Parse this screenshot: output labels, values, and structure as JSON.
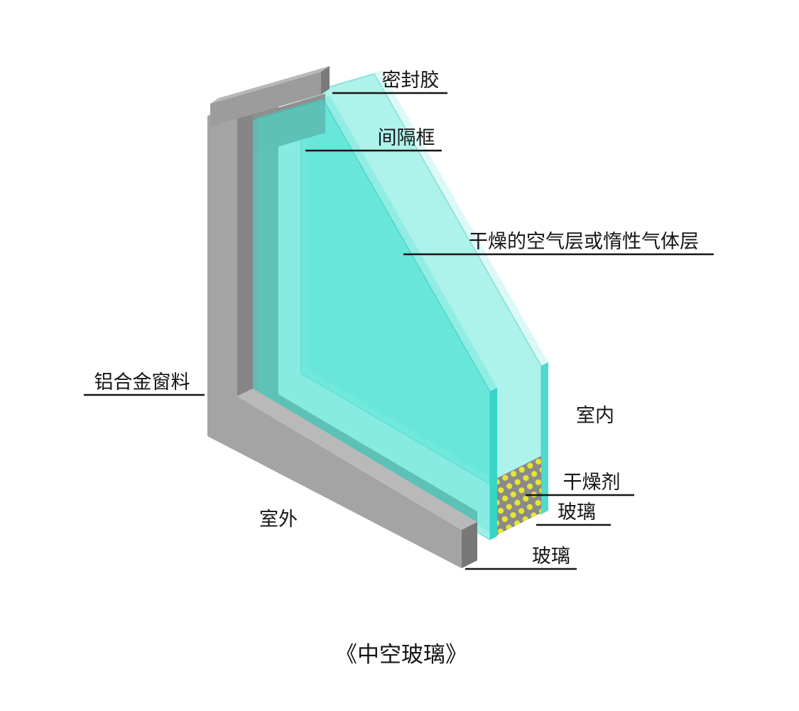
{
  "diagram": {
    "title": "《中空玻璃》",
    "labels": {
      "sealant": "密封胶",
      "spacer_frame": "间隔框",
      "air_layer": "干燥的空气层或惰性气体层",
      "aluminum_frame": "铝合金窗料",
      "indoor": "室内",
      "outdoor": "室外",
      "desiccant": "干燥剂",
      "glass_inner": "玻璃",
      "glass_outer": "玻璃"
    },
    "colors": {
      "glass": "#40E0D0",
      "glass_edge": "#38D4C6",
      "frame_gray": "#A4A4A4",
      "frame_dark": "#868686",
      "frame_light": "#B9B9B9",
      "desiccant_yellow": "#E6E632",
      "text": "#151515",
      "background": "#FFFFFF"
    }
  }
}
